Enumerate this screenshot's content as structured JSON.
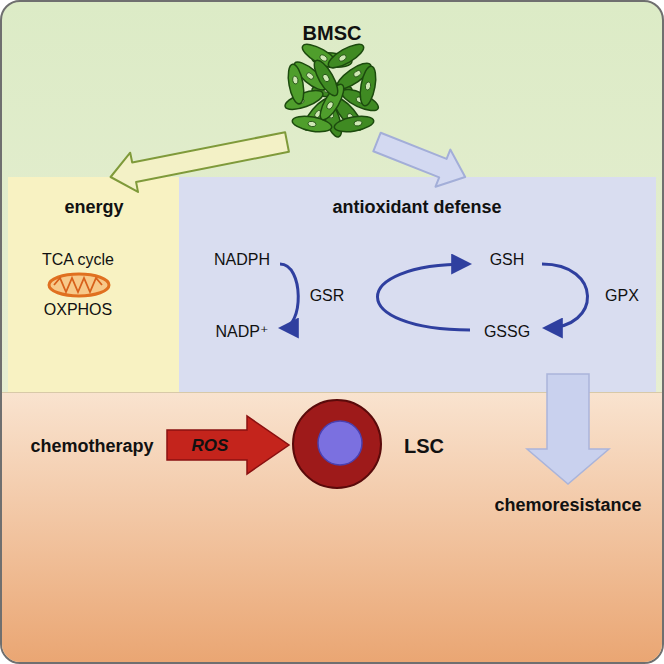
{
  "diagram": {
    "nodes": [
      {
        "text": [
          "BMSC"
        ]
      },
      {
        "text": [
          "energy",
          "TCA cycle",
          "OXPHOS"
        ]
      },
      {
        "text": [
          "antioxidant defense",
          "NADPH",
          "NADP⁺",
          "GSR",
          "GSH",
          "GSSG",
          "GPX"
        ]
      },
      {
        "text": [
          "chemotherapy",
          "ROS",
          "chemoresistance"
        ]
      },
      {
        "text": [
          "LSC"
        ],
        "in": 3
      }
    ],
    "edges": [
      {
        "from": 0,
        "to": 1,
        "arrow": "to"
      },
      {
        "from": 0,
        "to": 2,
        "arrow": "to"
      }
    ]
  }
}
